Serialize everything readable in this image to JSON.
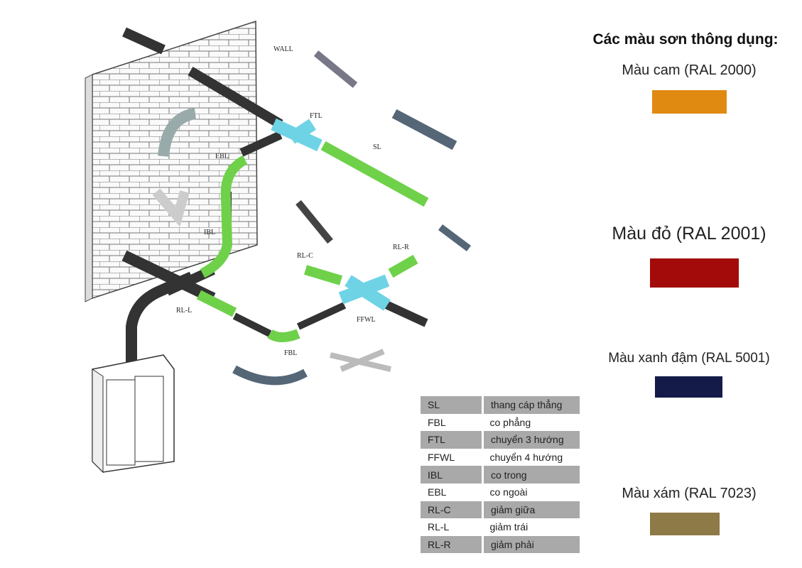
{
  "diagram": {
    "labels": {
      "wall": "WALL",
      "ftl": "FTL",
      "sl": "SL",
      "ebl": "EBL",
      "ibl": "IBL",
      "rl_c": "RL-C",
      "rl_r": "RL-R",
      "rl_l": "RL-L",
      "ffwl": "FFWL",
      "fbl": "FBL"
    }
  },
  "legend_table": [
    {
      "code": "SL",
      "desc": "thang cáp thẳng"
    },
    {
      "code": "FBL",
      "desc": " co phẳng"
    },
    {
      "code": "FTL",
      "desc": "chuyển 3 hướng"
    },
    {
      "code": "FFWL",
      "desc": "chuyển 4 hướng"
    },
    {
      "code": "IBL",
      "desc": "co trong"
    },
    {
      "code": "EBL",
      "desc": "co ngoài"
    },
    {
      "code": "RL-C",
      "desc": "giảm giữa"
    },
    {
      "code": "RL-L",
      "desc": "giảm trái"
    },
    {
      "code": "RL-R",
      "desc": "giảm phải"
    }
  ],
  "paint_panel": {
    "title": "Các màu sơn thông dụng:",
    "colors": [
      {
        "name": "Màu cam (RAL 2000)",
        "hex": "#E08A12"
      },
      {
        "name": "Màu đỏ (RAL 2001)",
        "hex": "#A30B0B"
      },
      {
        "name": "Màu xanh đậm (RAL 5001)",
        "hex": "#141B48"
      },
      {
        "name": "Màu xám (RAL 7023)",
        "hex": "#8E7A46"
      }
    ]
  },
  "colors": {
    "highlight_green": "#6fd14a",
    "highlight_cyan": "#6fd3e6",
    "tray_dark": "#333333"
  }
}
